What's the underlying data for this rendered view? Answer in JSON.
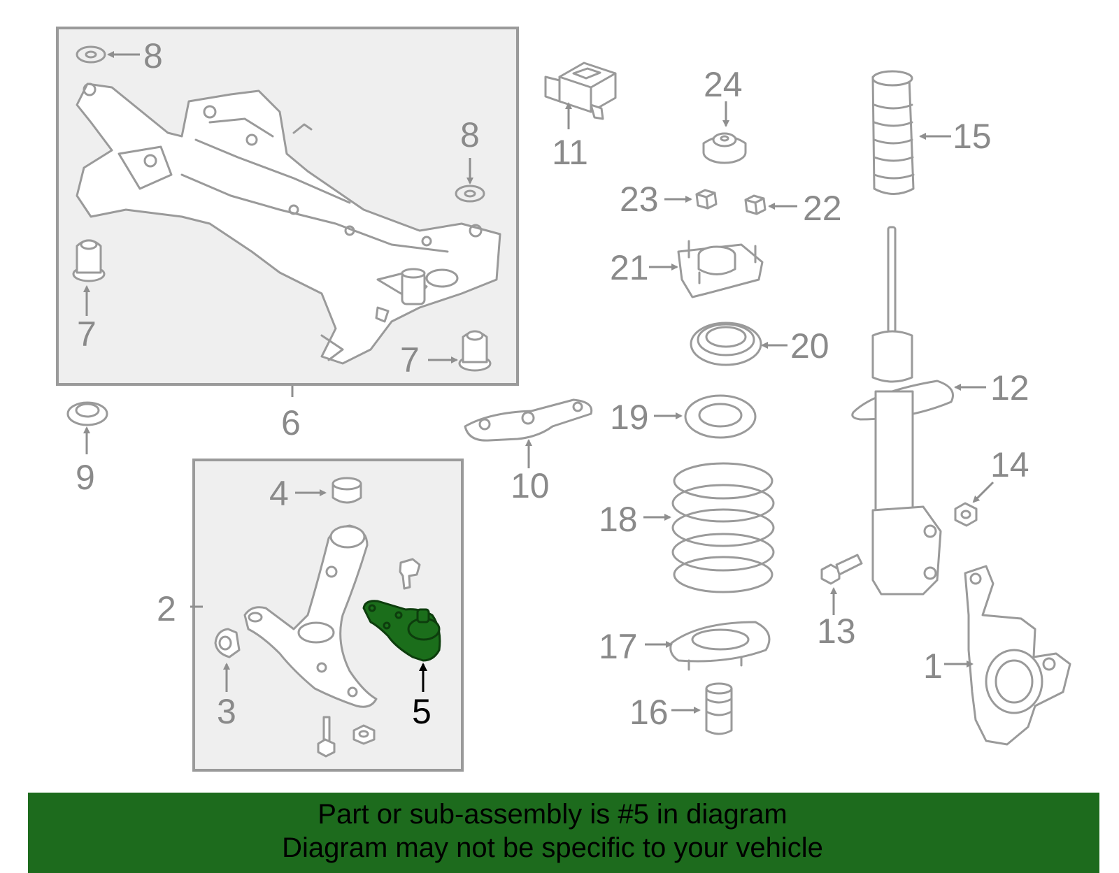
{
  "callouts": {
    "c1": "1",
    "c2": "2",
    "c3": "3",
    "c4": "4",
    "c5": "5",
    "c6": "6",
    "c7a": "7",
    "c7b": "7",
    "c8a": "8",
    "c8b": "8",
    "c9": "9",
    "c10": "10",
    "c11": "11",
    "c12": "12",
    "c13": "13",
    "c14": "14",
    "c15": "15",
    "c16": "16",
    "c17": "17",
    "c18": "18",
    "c19": "19",
    "c20": "20",
    "c21": "21",
    "c22": "22",
    "c23": "23",
    "c24": "24"
  },
  "highlighted_part": "5",
  "colors": {
    "highlight": "#1b6e1b",
    "banner": "#1d6b1d",
    "parts": "#9a9a9a"
  },
  "banner": {
    "line1": "Part or sub-assembly is #5 in diagram",
    "line2": "Diagram may not be specific to your vehicle"
  }
}
